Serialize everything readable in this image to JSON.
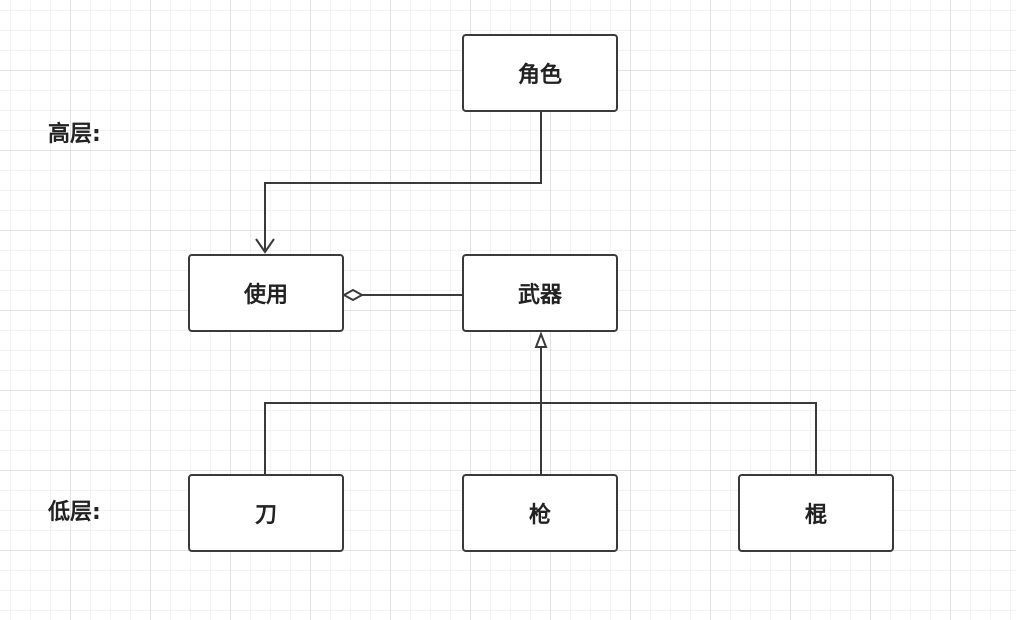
{
  "labels": {
    "high_layer": "高层:",
    "low_layer": "低层:"
  },
  "nodes": {
    "role": "角色",
    "use": "使用",
    "weapon": "武器",
    "knife": "刀",
    "gun": "枪",
    "stick": "棍"
  },
  "relations": [
    {
      "from": "角色",
      "to": "使用",
      "type": "dependency"
    },
    {
      "from": "武器",
      "to": "使用",
      "type": "aggregation"
    },
    {
      "from": "刀",
      "to": "武器",
      "type": "generalization"
    },
    {
      "from": "枪",
      "to": "武器",
      "type": "generalization"
    },
    {
      "from": "棍",
      "to": "武器",
      "type": "generalization"
    }
  ]
}
